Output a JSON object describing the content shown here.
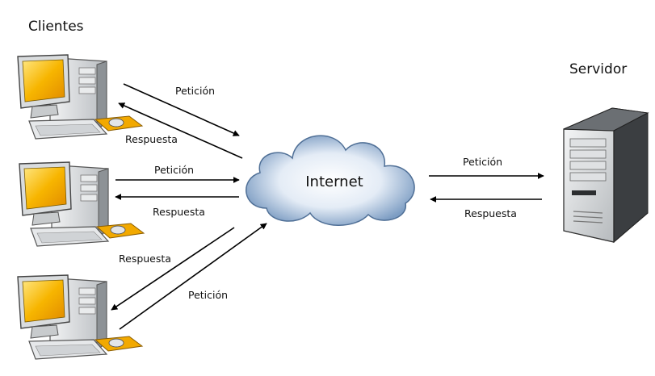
{
  "headings": {
    "clients": "Clientes",
    "server": "Servidor"
  },
  "cloud": {
    "label": "Internet"
  },
  "arrows": {
    "client1_request": "Petición",
    "client1_response": "Respuesta",
    "client2_request": "Petición",
    "client2_response": "Respuesta",
    "client3_response": "Respuesta",
    "client3_request": "Petición",
    "server_request": "Petición",
    "server_response": "Respuesta"
  },
  "colors": {
    "screen": "#f7b500",
    "case": "#cfd3d6",
    "cloud_edge": "#5b7fa6",
    "cloud_center": "#ffffff",
    "mousepad": "#f2a900"
  },
  "icons": {
    "clients": "desktop-computer-icon",
    "server": "server-tower-icon",
    "network": "cloud-icon"
  }
}
